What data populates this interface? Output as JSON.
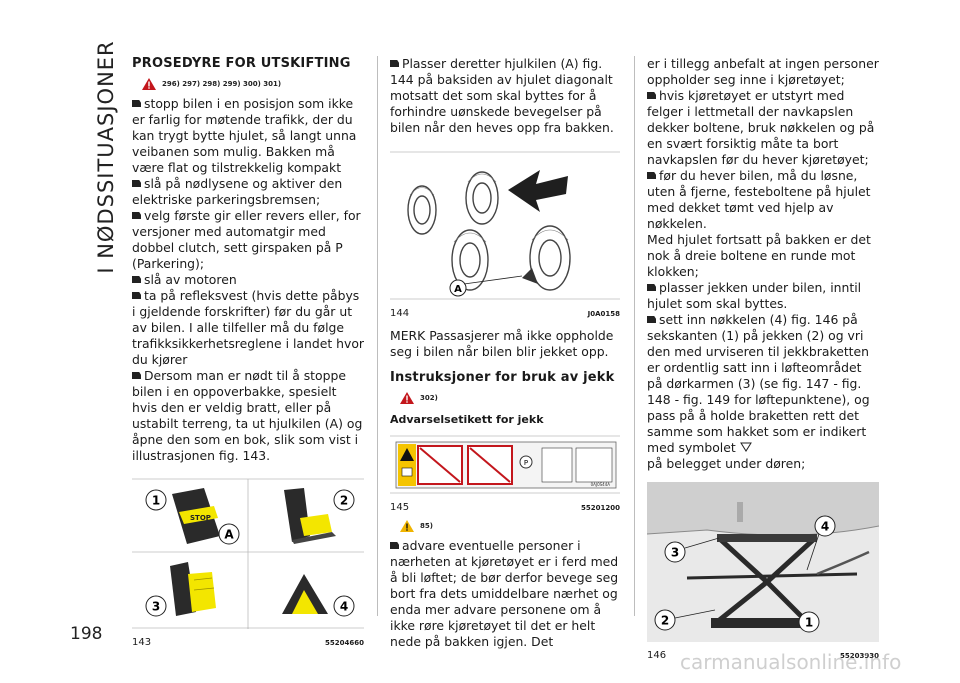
{
  "side_title": "I NØDSSITUASJONER",
  "page_number": "198",
  "col1": {
    "title": "PROSEDYRE FOR UTSKIFTING",
    "warning_refs": "296) 297) 298) 299) 300) 301)",
    "bullets": [
      "stopp bilen i en posisjon som ikke er farlig for møtende trafikk, der du kan trygt bytte hjulet, så langt unna veibanen som mulig. Bakken må være flat og tilstrekkelig kompakt",
      "slå på nødlysene og aktiver den elektriske parkeringsbremsen;",
      "velg første gir eller revers eller, for versjoner med automatgir med dobbel clutch, sett girspaken på P (Parkering);",
      "slå av motoren",
      "ta på refleksvest (hvis dette påbys i gjeldende forskrifter) før du går ut av bilen. I alle tilfeller må du følge trafikksikkerhetsreglene i landet hvor du kjører",
      "Dersom man er nødt til å stoppe bilen i en oppoverbakke, spesielt hvis den er veldig bratt, eller på ustabilt terreng, ta ut hjulkilen (A) og åpne den som en bok, slik som vist i illustrasjonen fig. 143."
    ],
    "figure": {
      "number": "143",
      "code": "55204660",
      "labels": [
        "1",
        "2",
        "3",
        "4",
        "A"
      ],
      "brand": "STOP"
    }
  },
  "col2": {
    "bullet": "Plasser deretter hjulkilen (A) fig. 144 på baksiden av hjulet diagonalt motsatt det som skal byttes for å forhindre uønskede bevegelser på bilen når den heves opp fra bakken.",
    "figure144": {
      "number": "144",
      "code": "J0A0158",
      "label": "A"
    },
    "note": "MERK Passasjerer må ikke oppholde seg i bilen når bilen blir jekket opp.",
    "section_title": "Instruksjoner for bruk av jekk",
    "warning_ref": "302)",
    "sub_head": "Advarselsetikett for jekk",
    "figure145": {
      "number": "145",
      "code": "55201200",
      "label_code": "0AJ0S44A"
    },
    "caution_ref": "85)",
    "bullet2": "advare eventuelle personer i nærheten at kjøretøyet er i ferd med å bli løftet; de bør derfor bevege seg bort fra dets umiddelbare nærhet og enda mer advare personene om å ikke røre kjøretøyet til det er helt nede på bakken igjen. Det"
  },
  "col3": {
    "intro": "er i tillegg anbefalt at ingen personer oppholder seg inne i kjøretøyet;",
    "bullets": [
      "hvis kjøretøyet er utstyrt med felger i lettmetall der navkapslen dekker boltene, bruk nøkkelen og på en svært forsiktig måte ta bort navkapslen før du hever kjøretøyet;",
      "før du hever bilen, må du løsne, uten å fjerne, festeboltene på hjulet med dekket tømt ved hjelp av nøkkelen."
    ],
    "para": "Med hjulet fortsatt på bakken er det nok å dreie boltene en runde mot klokken;",
    "bullets2": [
      "plasser jekken under bilen, inntil hjulet som skal byttes.",
      "sett inn nøkkelen (4) fig. 146 på sekskanten (1) på jekken (2) og vri den med urviseren til jekkbraketten er ordentlig satt inn i løfteområdet på dørkarmen (3) (se fig. 147 - fig. 148 - fig. 149 for løftepunktene), og pass på å holde braketten rett det samme som hakket som er indikert med symbolet"
    ],
    "tail": "på belegget under døren;",
    "figure146": {
      "number": "146",
      "code": "55203930",
      "labels": [
        "1",
        "2",
        "3",
        "4"
      ]
    }
  },
  "watermark": "carmanualsonline.info"
}
